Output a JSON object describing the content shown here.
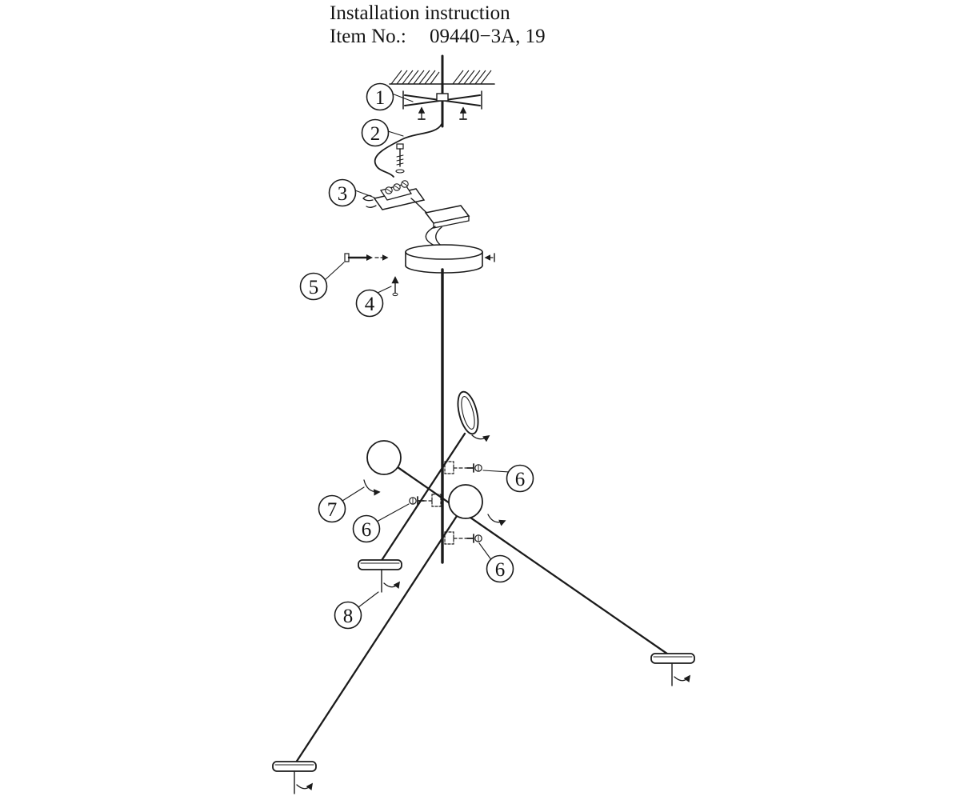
{
  "header": {
    "line1": "Installation instruction",
    "item_label": "Item No.:",
    "item_value": "09440−3A, 19"
  },
  "callouts": {
    "c1": "1",
    "c2": "2",
    "c3": "3",
    "c4": "4",
    "c5": "5",
    "c6a": "6",
    "c6b": "6",
    "c6c": "6",
    "c7": "7",
    "c8": "8"
  },
  "colors": {
    "ink": "#1b1b1b",
    "background": "#ffffff"
  }
}
